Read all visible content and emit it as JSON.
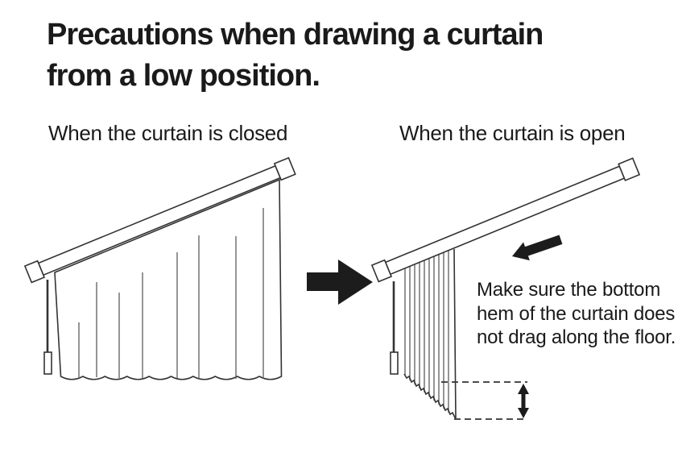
{
  "colors": {
    "background": "#ffffff",
    "ink": "#1a1a1a",
    "line": "#333333",
    "fold_line": "#5c5c5c",
    "arrow_fill": "#1c1c1c"
  },
  "title": {
    "line1": "Precautions when drawing a curtain",
    "line2": "from a low position."
  },
  "panels": {
    "closed": {
      "label": "When the curtain is closed"
    },
    "open": {
      "label": "When the curtain is open",
      "note": "Make sure the bottom hem of the curtain does not drag along the floor."
    }
  },
  "icons": {
    "transition_arrow": "right-block-arrow",
    "draw_direction_arrow": "left-block-arrow",
    "floor_gap_arrow": "vertical-double-headed-arrow"
  }
}
